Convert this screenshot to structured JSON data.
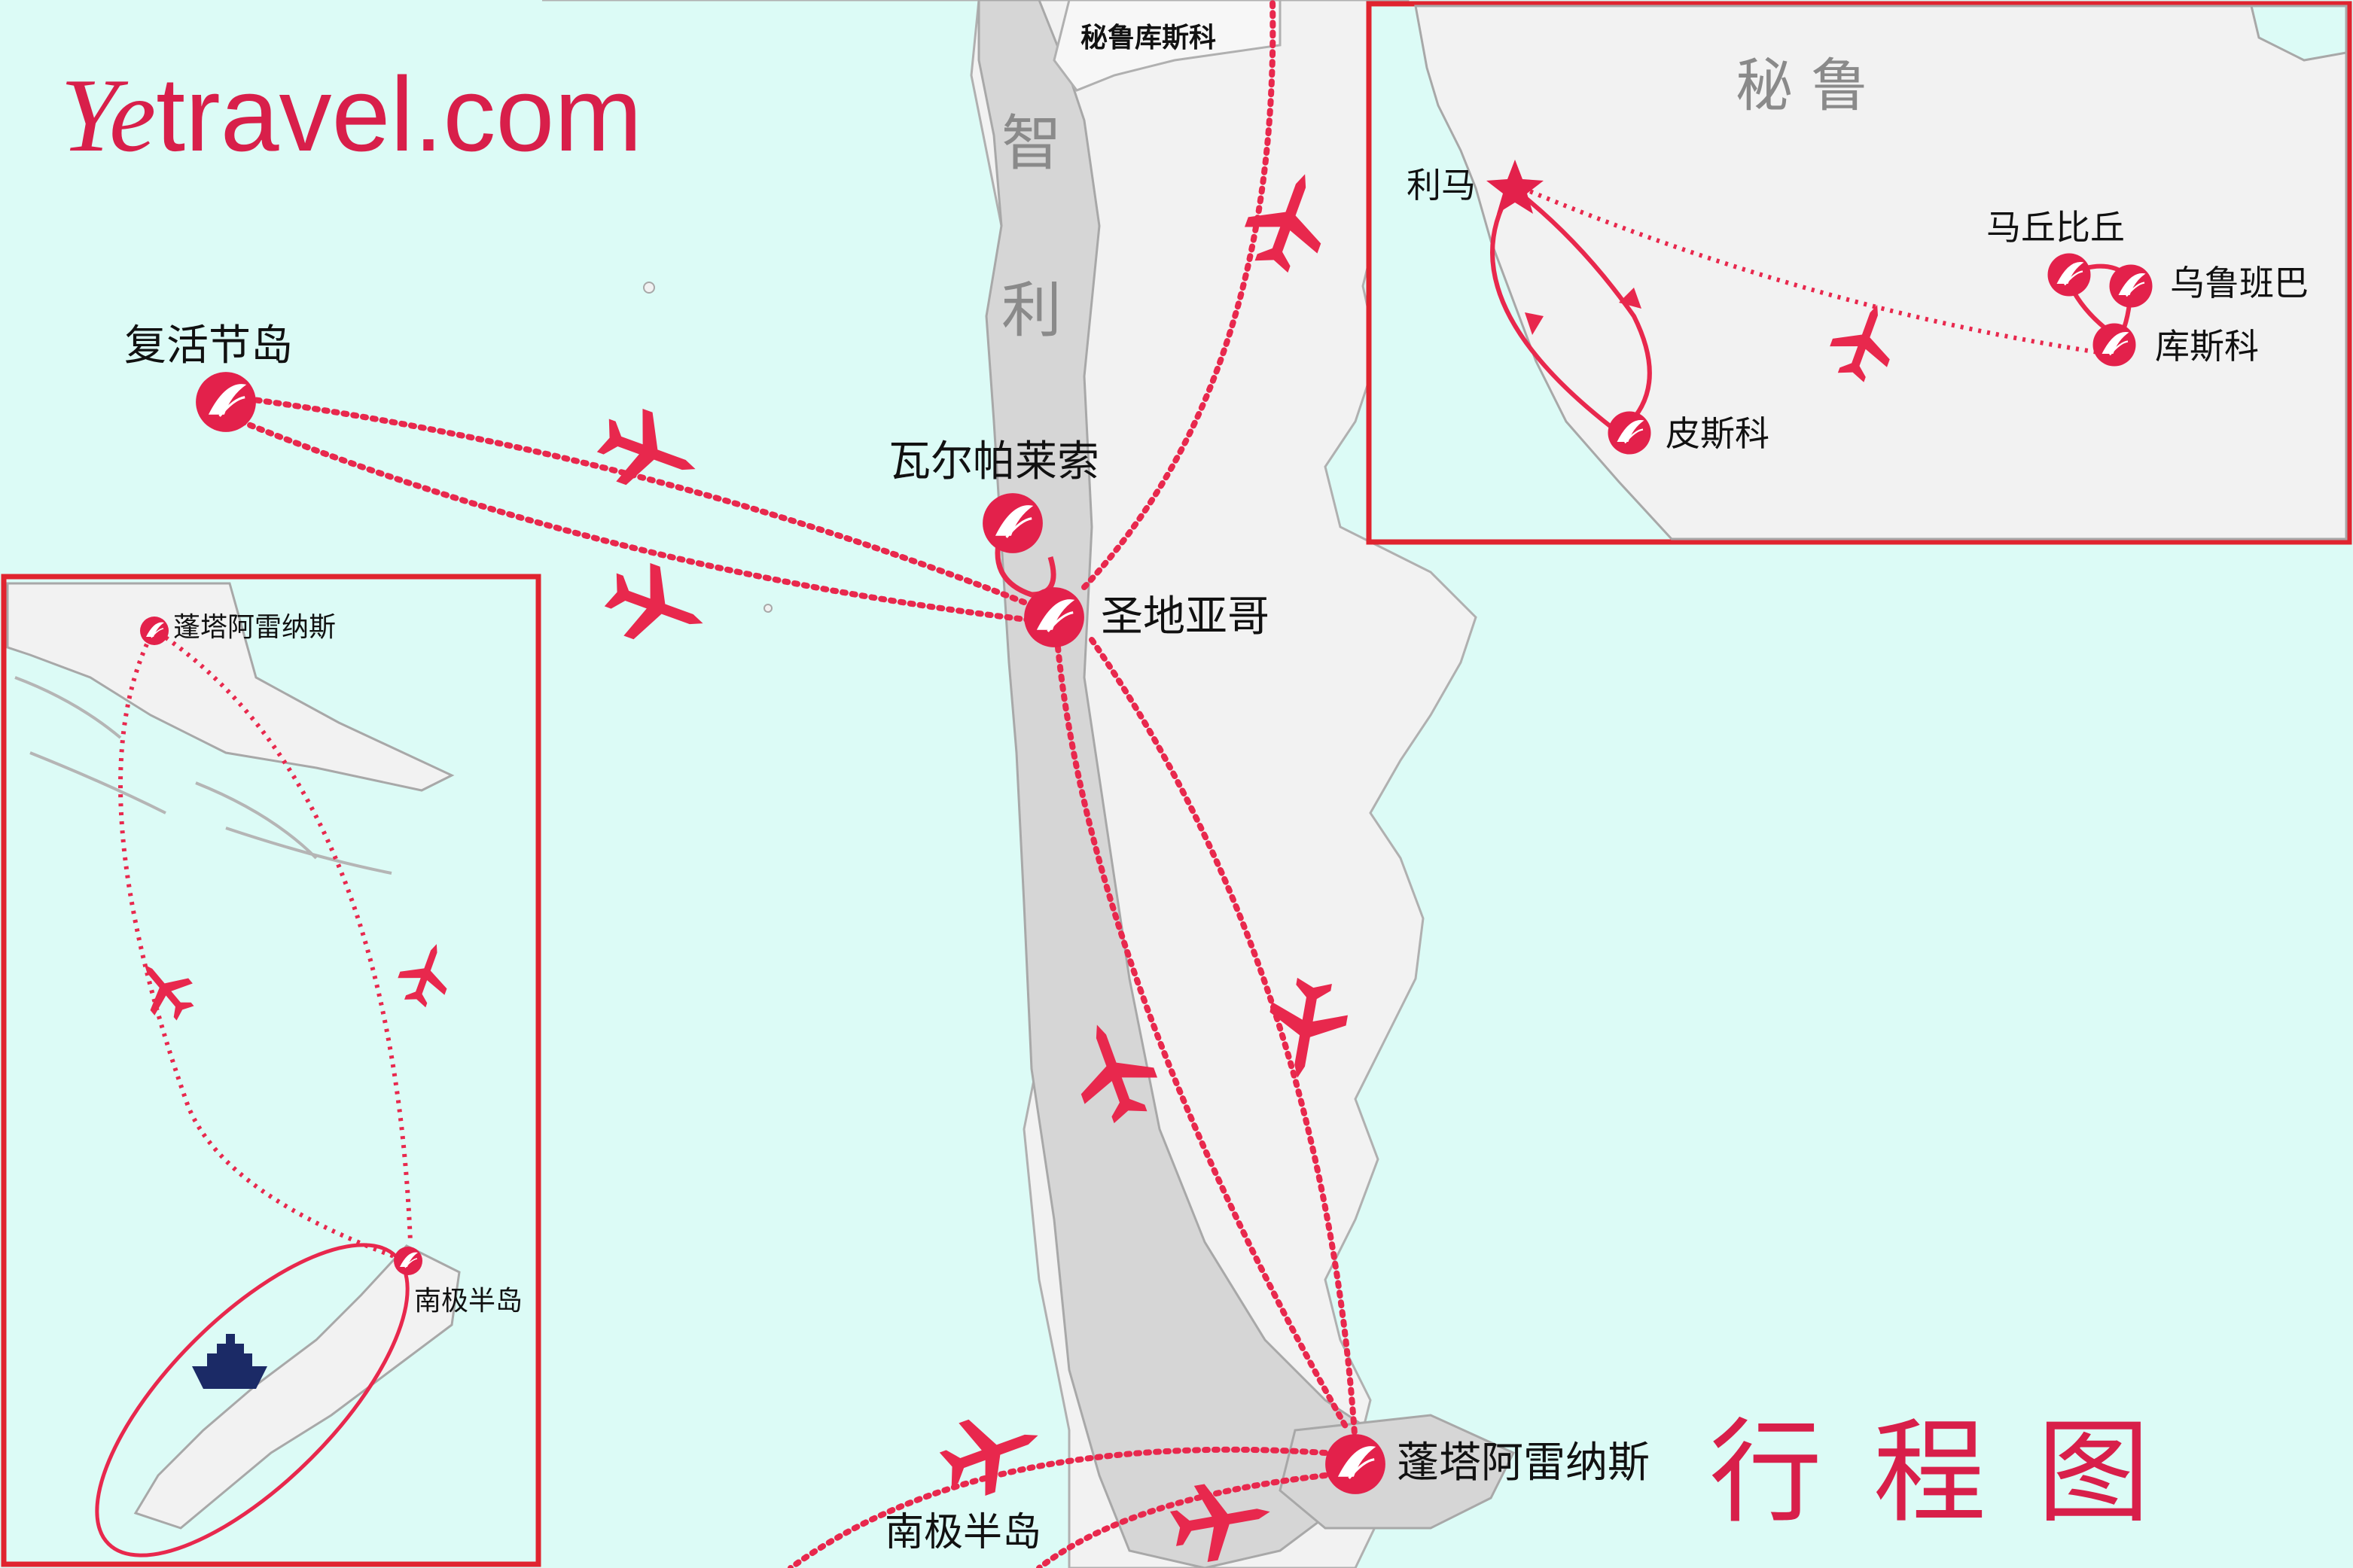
{
  "brand": {
    "logo_script": "Ye",
    "logo_rest": "travel.com",
    "color": "#d81f4a"
  },
  "map_title": "行 程 图",
  "countries": {
    "chile_1": "智",
    "chile_2": "利",
    "peru": "秘 鲁"
  },
  "colors": {
    "sea": "#dcfbf6",
    "land": "#f2f2f2",
    "chile_land": "#d8d8d8",
    "route": "#e8284d",
    "frame": "#e0242f",
    "ship": "#1b2a66"
  },
  "main_map": {
    "cities": {
      "peru_cusco": "秘鲁库斯科",
      "easter_island": "复活节岛",
      "valparaiso": "瓦尔帕莱索",
      "santiago": "圣地亚哥",
      "punta_arenas": "蓬塔阿雷纳斯",
      "antarctic_peninsula": "南极半岛"
    }
  },
  "peru_inset": {
    "cities": {
      "lima": "利马",
      "paracas": "皮斯科",
      "machu_picchu": "马丘比丘",
      "urubamba": "乌鲁班巴",
      "cusco": "库斯科"
    }
  },
  "antarctic_inset": {
    "cities": {
      "punta_arenas": "蓬塔阿雷纳斯",
      "antarctic_peninsula": "南极半岛"
    },
    "icons": [
      "airplane-icon",
      "airplane-icon",
      "cruise-ship-icon"
    ]
  }
}
